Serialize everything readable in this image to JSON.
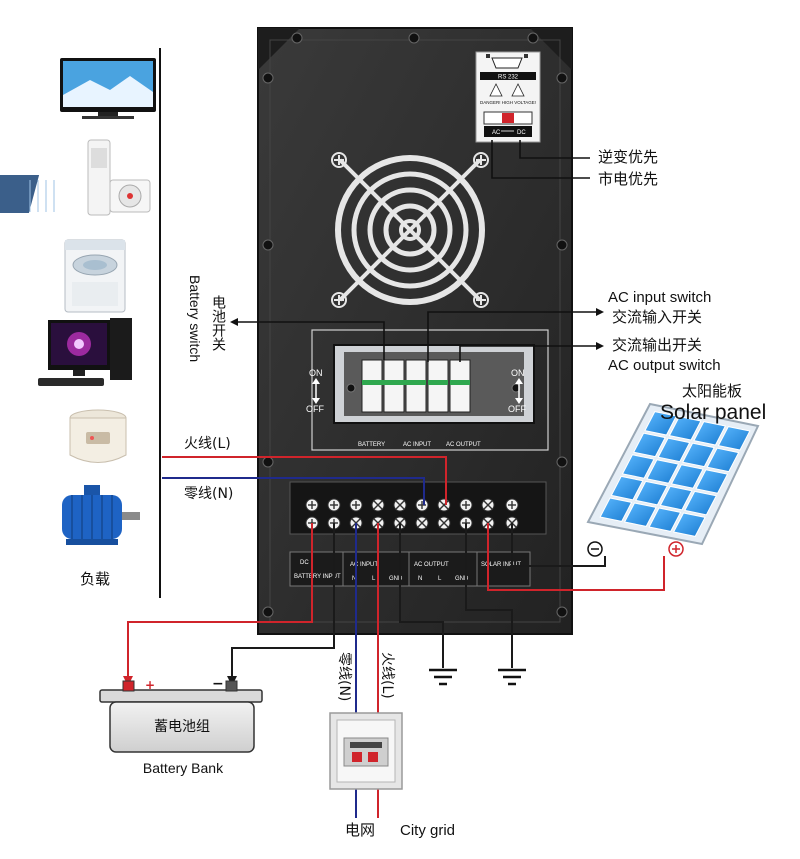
{
  "labels": {
    "rs232": "RS 232",
    "danger": "DANGER! HIGH VOLTAGE!",
    "ac_dc": [
      "AC",
      "DC"
    ],
    "inverter_priority": "逆变优先",
    "grid_priority": "市电优先",
    "battery_switch_cn": "电池开关",
    "battery_switch_en": "Battery switch",
    "ac_input_switch_en": "AC input switch",
    "ac_input_switch_cn": "交流输入开关",
    "ac_output_switch_cn": "交流输出开关",
    "ac_output_switch_en": "AC output switch",
    "switch_on": "ON",
    "switch_off": "OFF",
    "switch_captions": [
      "BATTERY",
      "AC INPUT",
      "AC OUTPUT"
    ],
    "live_wire_top": "火线(L)",
    "neutral_wire_top": "零线(N)",
    "solar_panel_cn": "太阳能板",
    "solar_panel_en": "Solar panel",
    "load_cn": "负载",
    "terminal_groups": [
      "DC",
      "BATTERY INPUT",
      "AC INPUT",
      "AC OUTPUT",
      "SOLAR INPUT"
    ],
    "terminal_sub": [
      "N",
      "L",
      "GND",
      "N",
      "L",
      "GND"
    ],
    "battery_bank_cn": "蓄电池组",
    "battery_bank_en": "Battery Bank",
    "neutral_wire_bottom": "零线(N)",
    "live_wire_bottom": "火线(L)",
    "city_grid_cn": "电网",
    "city_grid_en": "City grid"
  },
  "colors": {
    "panel": "#2b2b2b",
    "panel_edge": "#1a1a1a",
    "live_wire": "#d0242b",
    "neutral_wire": "#1f2a8c",
    "black_wire": "#1a1a1a",
    "solar_cell": "#1e8fe0",
    "breaker_green": "#2fa84f"
  },
  "loads": [
    "tv-icon",
    "air-conditioner-icon",
    "washing-machine-icon",
    "desktop-computer-icon",
    "rice-cooker-icon",
    "electric-motor-icon"
  ]
}
